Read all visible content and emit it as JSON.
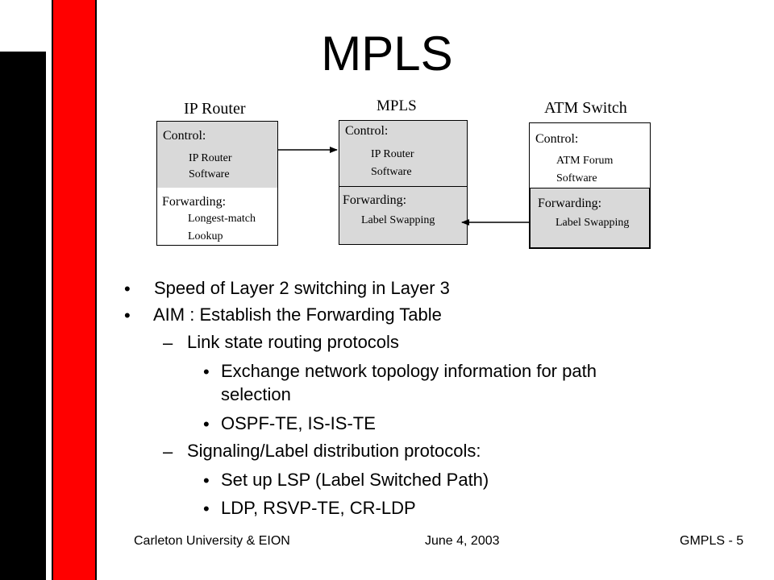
{
  "slide": {
    "title": "MPLS"
  },
  "diagram": {
    "ip_router": {
      "label": "IP Router",
      "control_label": "Control:",
      "control_lines": [
        "IP Router",
        "Software"
      ],
      "forwarding_label": "Forwarding:",
      "forwarding_lines": [
        "Longest-match",
        "Lookup"
      ]
    },
    "mpls": {
      "label": "MPLS",
      "control_label": "Control:",
      "control_lines": [
        "IP Router",
        "Software"
      ],
      "forwarding_label": "Forwarding:",
      "forwarding_lines": [
        "Label Swapping"
      ]
    },
    "atm_switch": {
      "label": "ATM Switch",
      "control_label": "Control:",
      "control_lines": [
        "ATM Forum",
        "Software"
      ],
      "forwarding_label": "Forwarding:",
      "forwarding_lines": [
        "Label Swapping"
      ]
    },
    "box_fill": "#d9d9d9"
  },
  "bullets": [
    {
      "marker": "•",
      "text": "Speed of Layer 2 switching in Layer 3"
    },
    {
      "marker": "•",
      "text": "AIM : Establish the Forwarding Table"
    },
    {
      "marker": "–",
      "text": "Link state routing protocols"
    },
    {
      "marker": "•",
      "text": "Exchange network topology information for path"
    },
    {
      "marker": "",
      "text": "selection"
    },
    {
      "marker": "•",
      "text": "OSPF-TE, IS-IS-TE"
    },
    {
      "marker": "–",
      "text": "Signaling/Label distribution protocols:"
    },
    {
      "marker": "•",
      "text": "Set up LSP (Label Switched Path)"
    },
    {
      "marker": "•",
      "text": "LDP, RSVP-TE, CR-LDP"
    }
  ],
  "footer": {
    "left": "Carleton University & EION",
    "center": "June 4, 2003",
    "right": "GMPLS - 5"
  },
  "colors": {
    "accent_red": "#ff0000",
    "bar_black": "#000000"
  }
}
